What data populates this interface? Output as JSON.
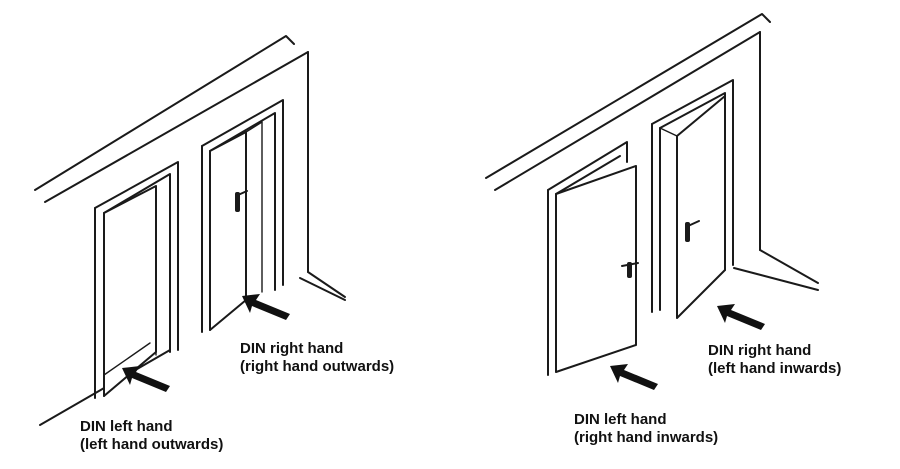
{
  "labels": {
    "left_scene": {
      "din_left": {
        "line1": "DIN left hand",
        "line2": "(left hand outwards)"
      },
      "din_right": {
        "line1": "DIN right hand",
        "line2": "(right hand outwards)"
      }
    },
    "right_scene": {
      "din_left": {
        "line1": "DIN left hand",
        "line2": "(right hand inwards)"
      },
      "din_right": {
        "line1": "DIN right hand",
        "line2": "(left hand inwards)"
      }
    }
  },
  "colors": {
    "line": "#1a1a1a",
    "arrow": "#111111",
    "background": "#ffffff"
  }
}
